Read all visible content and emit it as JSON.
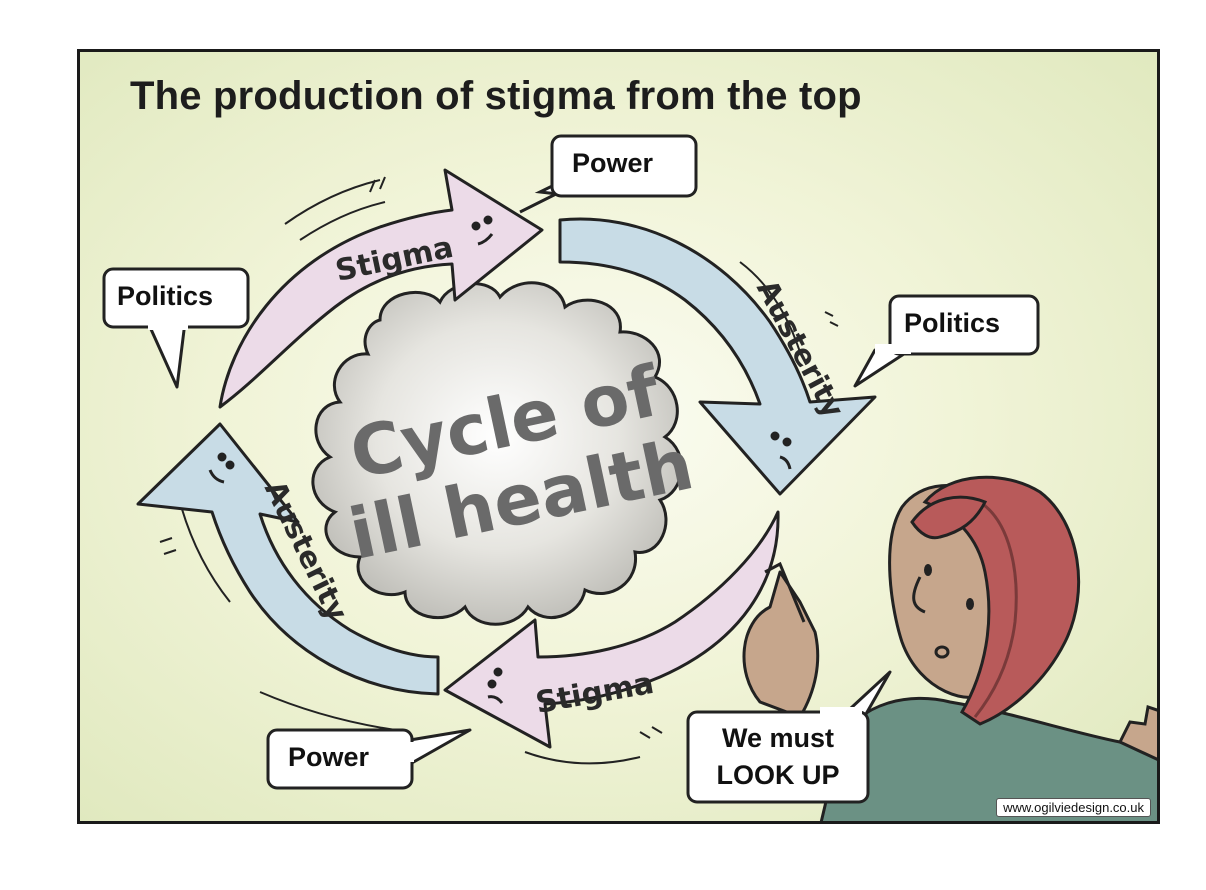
{
  "title": "The production of stigma from the top",
  "cloud": {
    "line1": "Cycle of",
    "line2": "ill health"
  },
  "arrows": {
    "top": "Stigma",
    "right": "Austerity",
    "bottom": "Stigma",
    "left": "Austerity"
  },
  "bubbles": {
    "power_top": "Power",
    "politics_left": "Politics",
    "politics_right": "Politics",
    "power_bottom": "Power",
    "speech_line1": "We must",
    "speech_line2": "LOOK UP"
  },
  "credit": "www.ogilviedesign.co.uk",
  "colors": {
    "background": "#e6edc8",
    "stigma_arrow": "#ecdbe8",
    "austerity_arrow": "#c8dce6",
    "cloud": "#d9d8d2",
    "hijab": "#b85a5a",
    "shirt": "#6b9184",
    "skin": "#c6a68c"
  }
}
